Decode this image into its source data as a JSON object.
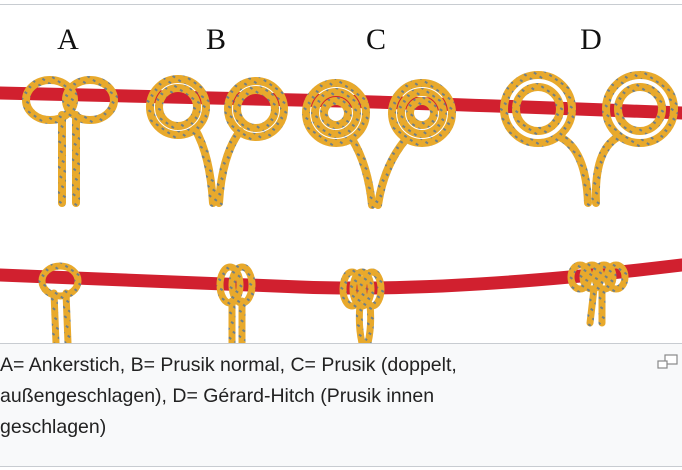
{
  "figure": {
    "knot_labels": [
      "A",
      "B",
      "C",
      "D"
    ],
    "rope_color": "#d1202f",
    "cord_color": "#e8a92c",
    "cord_fleck_color": "#6f7f86"
  },
  "caption": {
    "lines": [
      "A= Ankerstich, B= Prusik normal, C= Prusik (doppelt,",
      "außengeschlagen), D= Gérard-Hitch (Prusik innen",
      "geschlagen)"
    ]
  },
  "icons": {
    "enlarge": "magnify-clip-icon"
  }
}
